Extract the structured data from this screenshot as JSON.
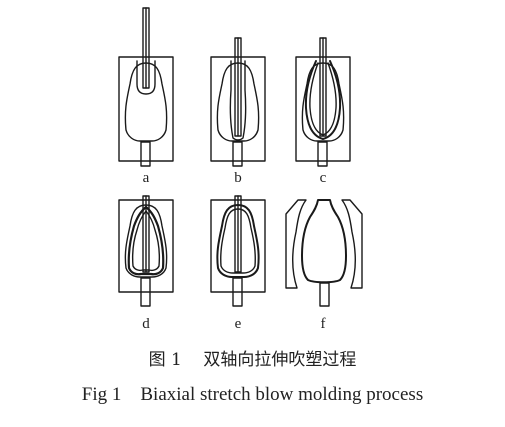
{
  "figure": {
    "panel_labels": [
      "a",
      "b",
      "c",
      "d",
      "e",
      "f"
    ],
    "caption_cn": {
      "number": "图 1",
      "title": "双轴向拉伸吹塑过程"
    },
    "caption_en": {
      "number": "Fig 1",
      "title": "Biaxial stretch blow molding process"
    }
  }
}
